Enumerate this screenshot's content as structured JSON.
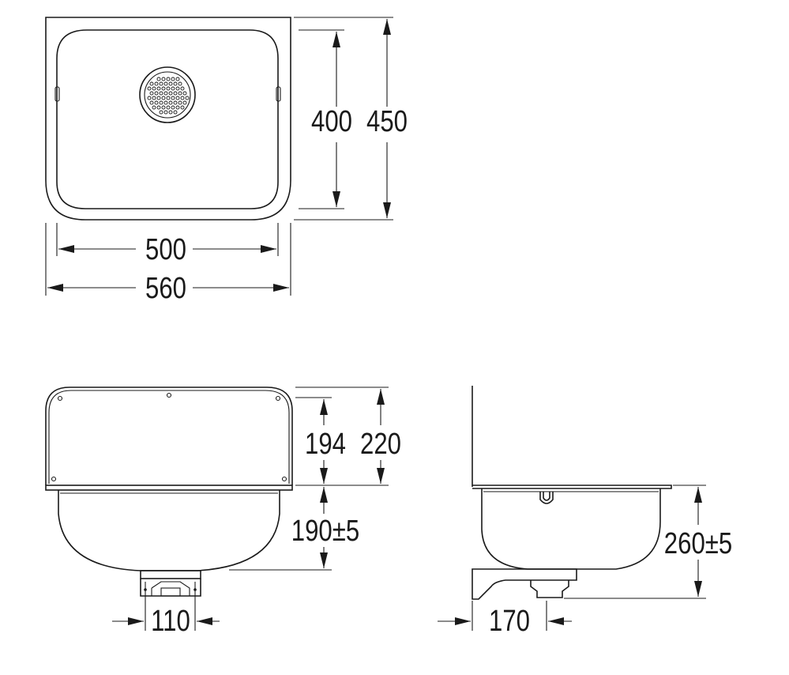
{
  "dimensions": {
    "top_inner_width": "500",
    "top_outer_width": "560",
    "top_inner_depth": "400",
    "top_outer_depth": "450",
    "front_backsplash_height": "194",
    "front_total_backsplash": "220",
    "front_bowl_depth": "190±5",
    "front_outlet_width": "110",
    "side_total_height": "260±5",
    "side_outlet_offset": "170"
  },
  "colors": {
    "line": "#1a1a1a",
    "background": "#ffffff"
  },
  "icons": [
    "drain-strainer-icon",
    "overflow-icon",
    "screw-hole-icon"
  ]
}
